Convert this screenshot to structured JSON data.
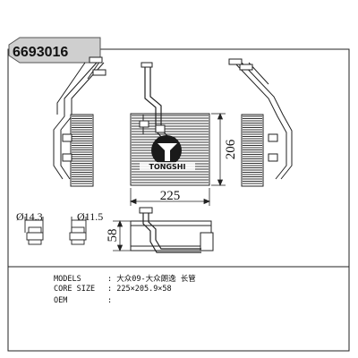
{
  "part_number": "6693016",
  "dimensions": {
    "width": "225",
    "height": "206",
    "depth": "58",
    "fitting_1": "Ø14.3",
    "fitting_2": "Ø11.5"
  },
  "logo_text": "TONGSHI",
  "specs": [
    {
      "key": "MODELS",
      "sep": ":",
      "value": "大众09-大众朗逸 长管"
    },
    {
      "key": "CORE SIZE",
      "sep": ":",
      "value": "225×205.9×58"
    },
    {
      "key": "OEM",
      "sep": ":",
      "value": ""
    }
  ],
  "colors": {
    "line": "#222222",
    "tag_bg": "#cfcfcf",
    "fin": "#333333"
  }
}
